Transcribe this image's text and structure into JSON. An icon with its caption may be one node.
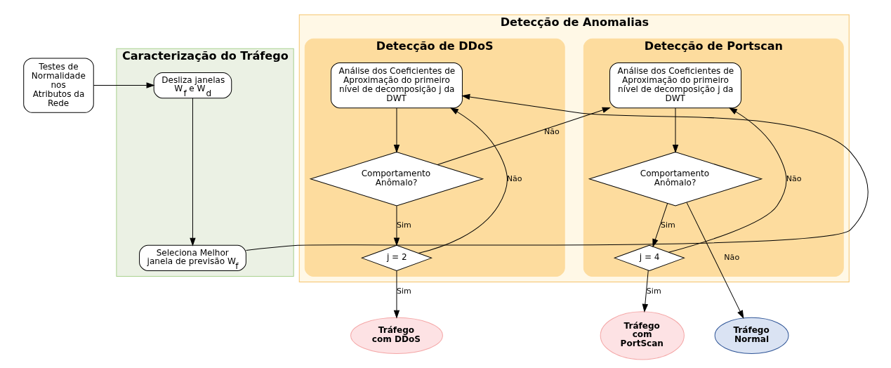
{
  "diagram": {
    "nodes": [
      {
        "text": [
          "Testes de Normalidade nos Atributos da Rede"
        ]
      },
      {
        "text": [
          "Caracterização do Tráfego"
        ]
      },
      {
        "text": [
          "Desliza janelas W$_{f}$ e W$_{d}$"
        ],
        "in": 1
      },
      {
        "text": [
          "Seleciona Melhor janela de previsão W$_{f}$"
        ],
        "in": 1
      },
      {
        "text": [
          "Detecção de Anomalias"
        ]
      },
      {
        "text": [
          "Detecção de DDoS"
        ],
        "in": 4
      },
      {
        "text": [
          "Análise dos Coeficientes de Aproximação do primeiro nível de decomposição j da DWT"
        ],
        "in": 5
      },
      {
        "text": [
          "Comportamento Anômalo?"
        ],
        "in": 5
      },
      {
        "text": [
          "j = 2"
        ],
        "in": 5
      },
      {
        "text": [
          "Detecção de Portscan"
        ],
        "in": 4
      },
      {
        "text": [
          "Análise dos Coeficientes de Aproximação do primeiro nível de decomposição j da DWT"
        ],
        "in": 9
      },
      {
        "text": [
          "Comportamento Anômalo?"
        ],
        "in": 9
      },
      {
        "text": [
          "j = 4"
        ],
        "in": 9
      },
      {
        "text": [
          "Tráfego com DDoS"
        ]
      },
      {
        "text": [
          "Tráfego com PortScan"
        ]
      },
      {
        "text": [
          "Tráfego Normal"
        ]
      }
    ],
    "edges": [
      {
        "from": 0,
        "to": 2,
        "arrow": "to"
      },
      {
        "from": 2,
        "to": 3,
        "arrow": "to"
      },
      {
        "from": 3,
        "to": 6,
        "arrow": "to"
      },
      {
        "from": 6,
        "to": 7,
        "arrow": "to"
      },
      {
        "from": 7,
        "to": 8,
        "arrow": "to",
        "label": "Sim"
      },
      {
        "from": 8,
        "to": 6,
        "arrow": "to",
        "label": "Não"
      },
      {
        "from": 7,
        "to": 10,
        "arrow": "to",
        "label": "Não"
      },
      {
        "from": 10,
        "to": 11,
        "arrow": "to"
      },
      {
        "from": 11,
        "to": 12,
        "arrow": "to",
        "label": "Sim"
      },
      {
        "from": 12,
        "to": 10,
        "arrow": "to",
        "label": "Não"
      },
      {
        "from": 8,
        "to": 13,
        "arrow": "to",
        "label": "Sim"
      },
      {
        "from": 12,
        "to": 14,
        "arrow": "to",
        "label": "Sim"
      },
      {
        "from": 11,
        "to": 15,
        "arrow": "to",
        "label": "Não"
      }
    ]
  }
}
